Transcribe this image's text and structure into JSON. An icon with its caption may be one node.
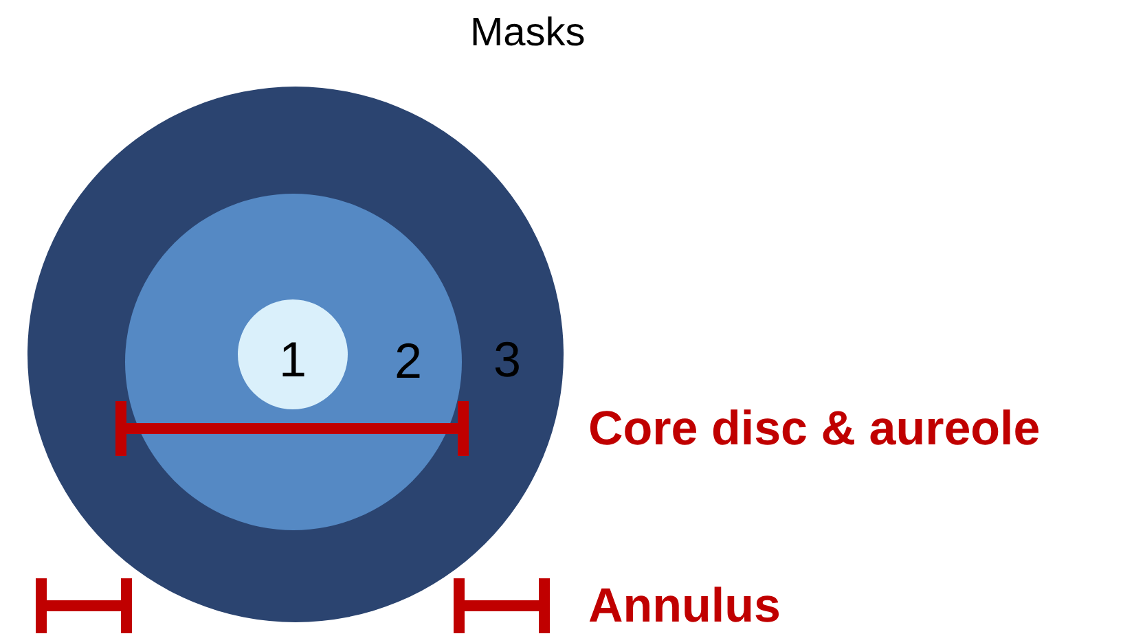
{
  "diagram": {
    "title": "Masks",
    "nodes": [
      {
        "text": [
          "3"
        ]
      },
      {
        "text": [
          "2"
        ],
        "in": 0
      },
      {
        "text": [
          "1"
        ],
        "in": 1
      }
    ],
    "labels": [
      "Core disc & aureole",
      "Annulus"
    ]
  }
}
